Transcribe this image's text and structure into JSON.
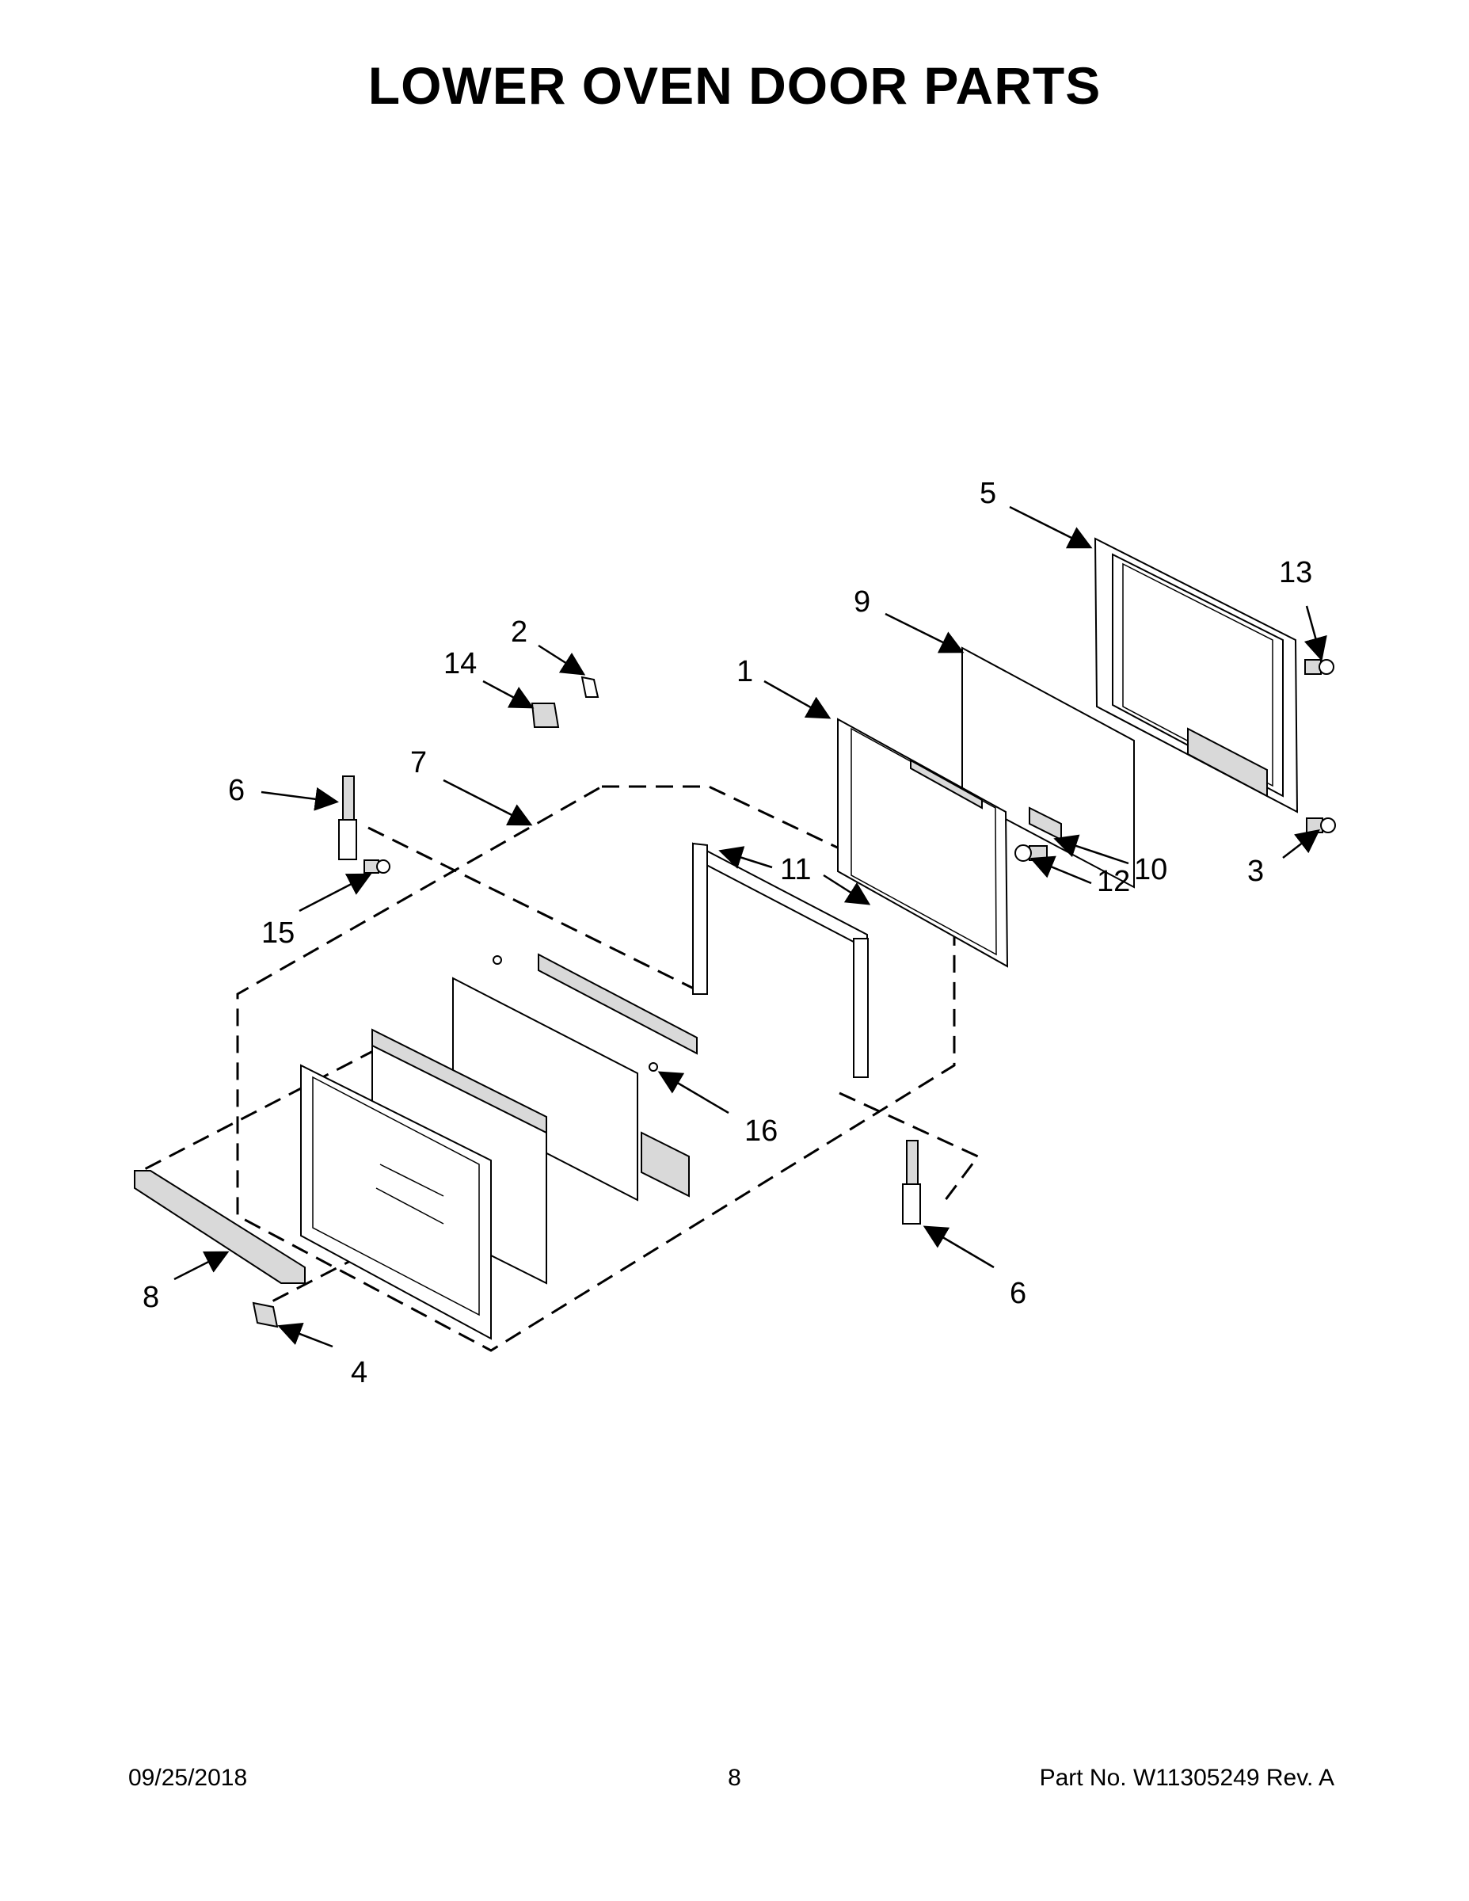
{
  "title": "LOWER OVEN DOOR PARTS",
  "callouts": {
    "c1": "1",
    "c2": "2",
    "c3": "3",
    "c4": "4",
    "c5": "5",
    "c6a": "6",
    "c6b": "6",
    "c7": "7",
    "c8": "8",
    "c9": "9",
    "c10": "10",
    "c11": "11",
    "c12": "12",
    "c13": "13",
    "c14": "14",
    "c15": "15",
    "c16": "16"
  },
  "footer": {
    "date": "09/25/2018",
    "page": "8",
    "part_no": "Part No.  W11305249  Rev.  A"
  }
}
